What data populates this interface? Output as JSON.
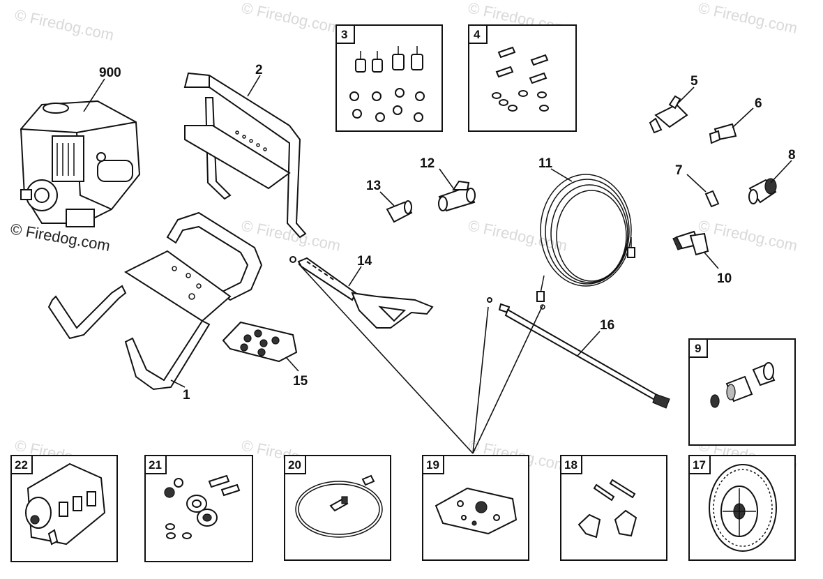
{
  "watermark": {
    "text": "© Firedog.com",
    "faint_text": "© Firedog.com"
  },
  "loose_parts": [
    {
      "id": "part-900",
      "number": "900",
      "name": "engine"
    },
    {
      "id": "part-2",
      "number": "2",
      "name": "handle"
    },
    {
      "id": "part-1",
      "number": "1",
      "name": "frame"
    },
    {
      "id": "part-15",
      "number": "15",
      "name": "hardware-kit"
    },
    {
      "id": "part-14",
      "number": "14",
      "name": "spray-gun"
    },
    {
      "id": "part-13",
      "number": "13",
      "name": "bushing"
    },
    {
      "id": "part-12",
      "number": "12",
      "name": "tee-fitting"
    },
    {
      "id": "part-11",
      "number": "11",
      "name": "high-pressure-hose"
    },
    {
      "id": "part-5",
      "number": "5",
      "name": "barb-fitting"
    },
    {
      "id": "part-6",
      "number": "6",
      "name": "elbow-fitting"
    },
    {
      "id": "part-7",
      "number": "7",
      "name": "nipple-fitting"
    },
    {
      "id": "part-8",
      "number": "8",
      "name": "quick-connect-coupler"
    },
    {
      "id": "part-10",
      "number": "10",
      "name": "elbow-adapter"
    },
    {
      "id": "part-16",
      "number": "16",
      "name": "spray-wand"
    }
  ],
  "kit_boxes": [
    {
      "id": "kit-3",
      "number": "3"
    },
    {
      "id": "kit-4",
      "number": "4"
    },
    {
      "id": "kit-9",
      "number": "9"
    },
    {
      "id": "kit-22",
      "number": "22"
    },
    {
      "id": "kit-21",
      "number": "21"
    },
    {
      "id": "kit-20",
      "number": "20"
    },
    {
      "id": "kit-19",
      "number": "19"
    },
    {
      "id": "kit-18",
      "number": "18"
    },
    {
      "id": "kit-17",
      "number": "17"
    }
  ]
}
